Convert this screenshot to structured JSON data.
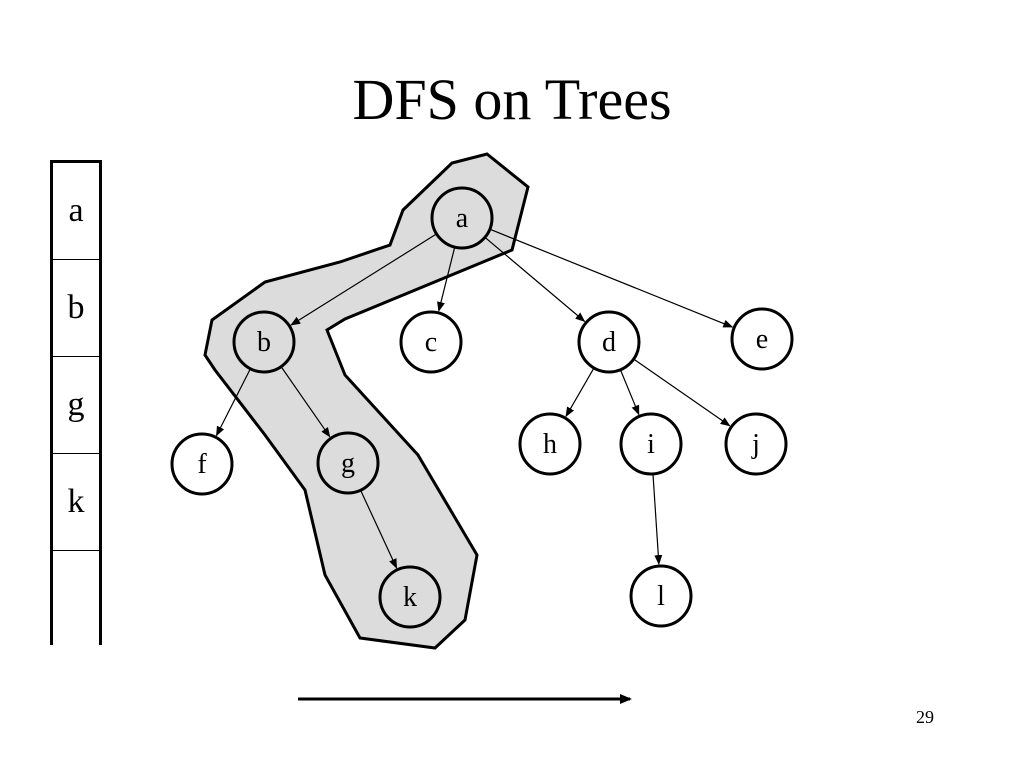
{
  "slide": {
    "title": "DFS on Trees",
    "page_number": "29"
  },
  "stack": {
    "items": [
      "a",
      "b",
      "g",
      "k",
      ""
    ]
  },
  "tree": {
    "nodes": [
      {
        "id": "a",
        "label": "a",
        "on_path": true
      },
      {
        "id": "b",
        "label": "b",
        "on_path": true
      },
      {
        "id": "c",
        "label": "c",
        "on_path": false
      },
      {
        "id": "d",
        "label": "d",
        "on_path": false
      },
      {
        "id": "e",
        "label": "e",
        "on_path": false
      },
      {
        "id": "f",
        "label": "f",
        "on_path": false
      },
      {
        "id": "g",
        "label": "g",
        "on_path": true
      },
      {
        "id": "h",
        "label": "h",
        "on_path": false
      },
      {
        "id": "i",
        "label": "i",
        "on_path": false
      },
      {
        "id": "j",
        "label": "j",
        "on_path": false
      },
      {
        "id": "k",
        "label": "k",
        "on_path": true
      },
      {
        "id": "l",
        "label": "l",
        "on_path": false
      }
    ],
    "edges": [
      [
        "a",
        "b"
      ],
      [
        "a",
        "c"
      ],
      [
        "a",
        "d"
      ],
      [
        "a",
        "e"
      ],
      [
        "b",
        "f"
      ],
      [
        "b",
        "g"
      ],
      [
        "d",
        "h"
      ],
      [
        "d",
        "i"
      ],
      [
        "d",
        "j"
      ],
      [
        "g",
        "k"
      ],
      [
        "i",
        "l"
      ]
    ],
    "highlight_color": "#dcdcdc"
  }
}
